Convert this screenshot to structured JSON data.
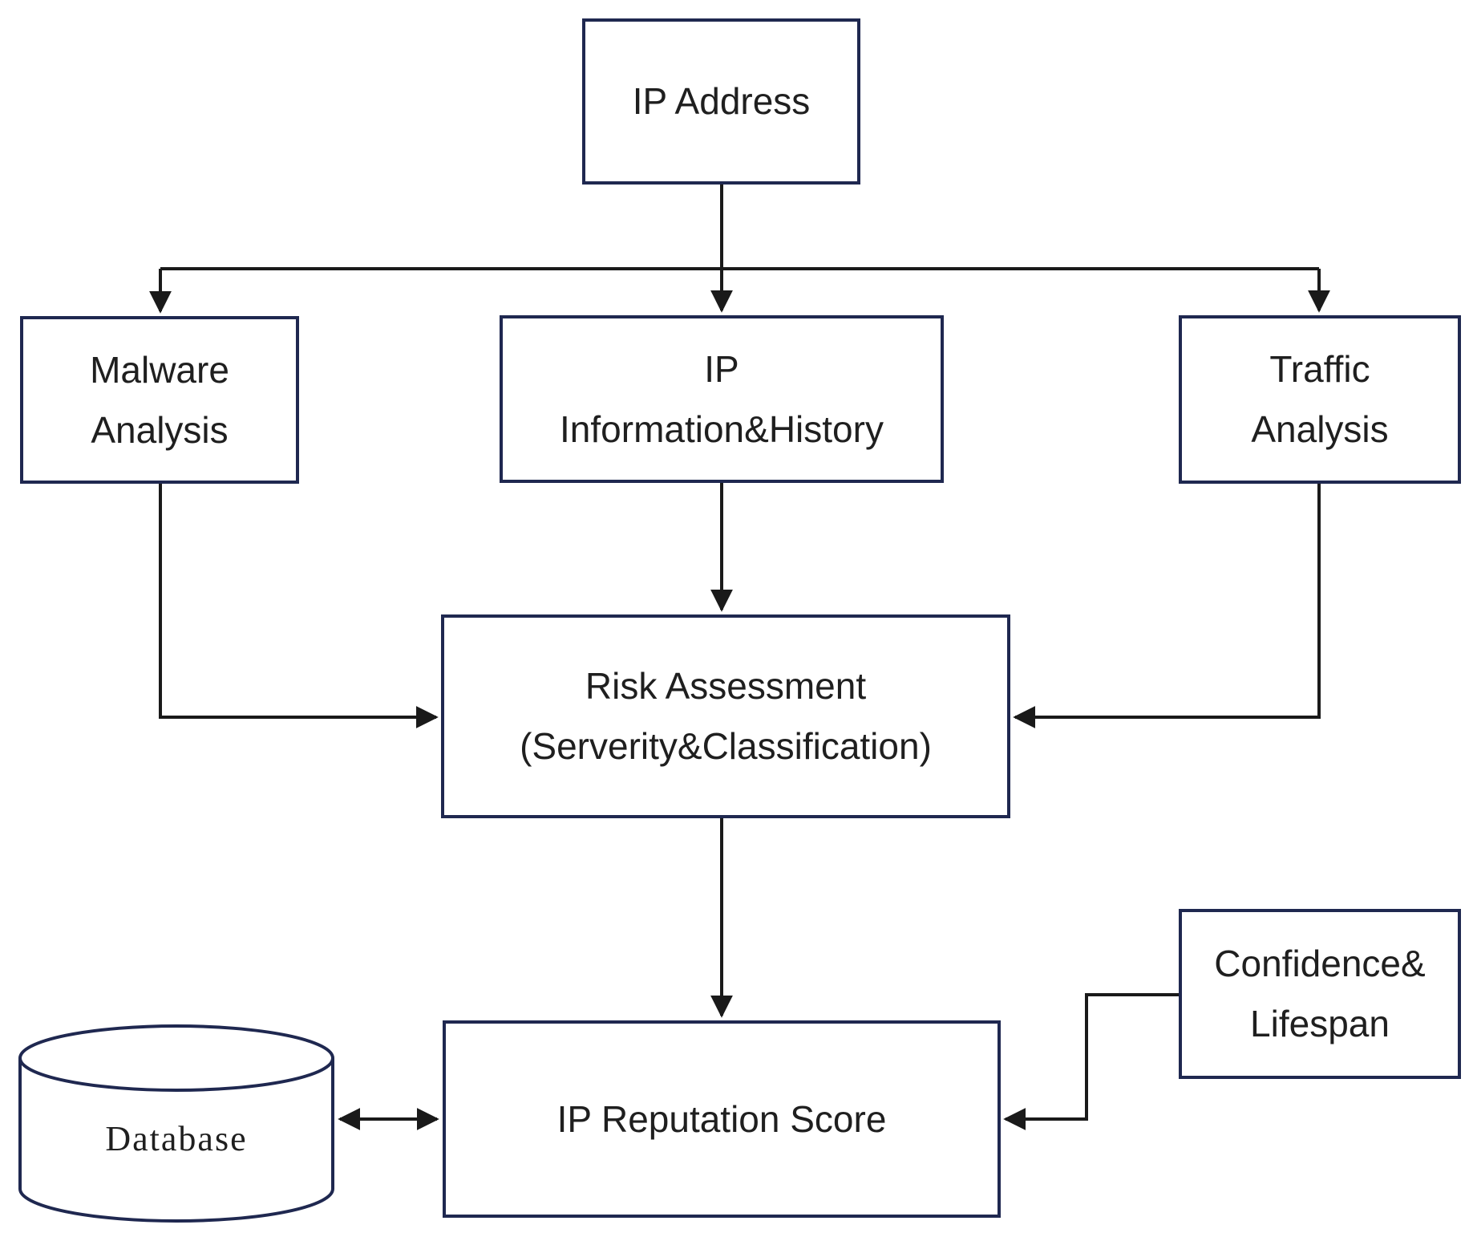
{
  "diagram": {
    "nodes": {
      "ip_address": {
        "lines": [
          "IP Address"
        ]
      },
      "malware": {
        "lines": [
          "Malware",
          "Analysis"
        ]
      },
      "ip_info": {
        "lines": [
          "IP",
          "Information&History"
        ]
      },
      "traffic": {
        "lines": [
          "Traffic",
          "Analysis"
        ]
      },
      "risk": {
        "lines": [
          "Risk Assessment",
          "(Serverity&Classification)"
        ]
      },
      "confidence": {
        "lines": [
          "Confidence&",
          "Lifespan"
        ]
      },
      "ip_rep": {
        "lines": [
          "IP Reputation Score"
        ]
      },
      "database": {
        "lines": [
          "Database"
        ]
      }
    },
    "colors": {
      "box_border": "#1f2850",
      "connector": "#1a1a1a",
      "text": "#1f1f1f",
      "background": "#ffffff"
    }
  }
}
